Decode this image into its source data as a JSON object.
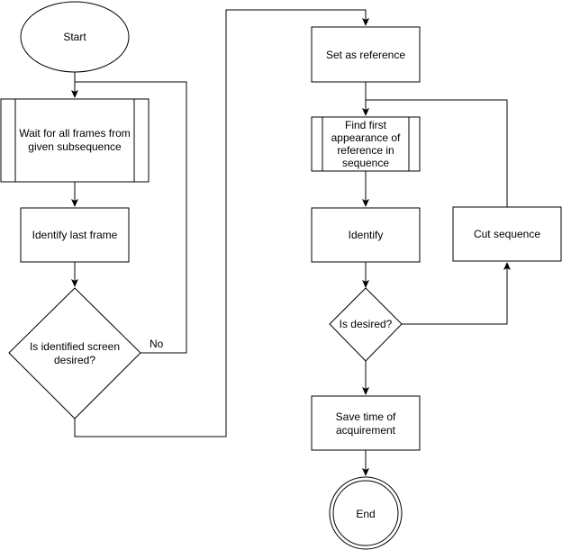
{
  "nodes": {
    "start": "Start",
    "wait": [
      "Wait for all frames from",
      "given subsequence"
    ],
    "identify_last": "Identify last frame",
    "decision_screen": [
      "Is identified screen",
      "desired?"
    ],
    "set_reference": "Set as reference",
    "find_first": [
      "Find first",
      "appearance of",
      "reference in",
      "sequence"
    ],
    "identify": "Identify",
    "is_desired": "Is desired?",
    "cut_sequence": "Cut sequence",
    "save_time": [
      "Save time of",
      "acquirement"
    ],
    "end": "End"
  },
  "edges": {
    "no_label": "No"
  }
}
